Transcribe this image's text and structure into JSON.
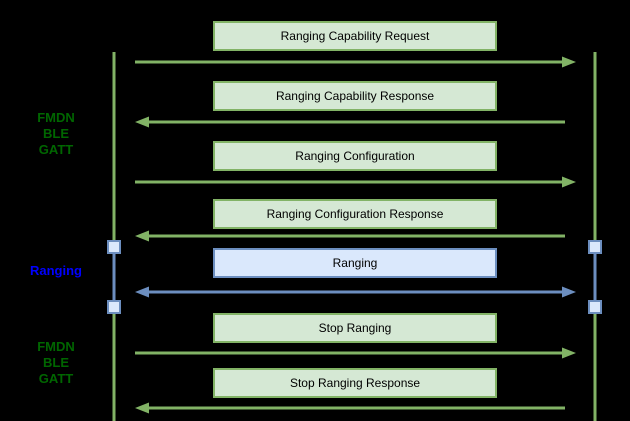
{
  "diagram": {
    "type": "sequence-diagram",
    "side_labels": [
      {
        "text": "FMDN\nBLE\nGATT",
        "color": "#006600",
        "section": "top"
      },
      {
        "text": "Ranging",
        "color": "#0000ff",
        "section": "middle"
      },
      {
        "text": "FMDN\nBLE\nGATT",
        "color": "#006600",
        "section": "bottom"
      }
    ],
    "messages": [
      {
        "label": "Ranging Capability Request",
        "direction": "right",
        "style": "green"
      },
      {
        "label": "Ranging Capability Response",
        "direction": "left",
        "style": "green"
      },
      {
        "label": "Ranging Configuration",
        "direction": "right",
        "style": "green"
      },
      {
        "label": "Ranging Configuration Response",
        "direction": "left",
        "style": "green"
      },
      {
        "label": "Ranging",
        "direction": "both",
        "style": "blue"
      },
      {
        "label": "Stop Ranging",
        "direction": "right",
        "style": "green"
      },
      {
        "label": "Stop Ranging Response",
        "direction": "left",
        "style": "green"
      }
    ],
    "colors": {
      "background": "#000000",
      "green_box_fill": "#d5e8d4",
      "green_stroke": "#82b366",
      "blue_box_fill": "#dae8fc",
      "blue_stroke": "#6c8ebf",
      "label_green": "#006600",
      "label_blue": "#0000ff",
      "box_text": "#000000"
    }
  }
}
